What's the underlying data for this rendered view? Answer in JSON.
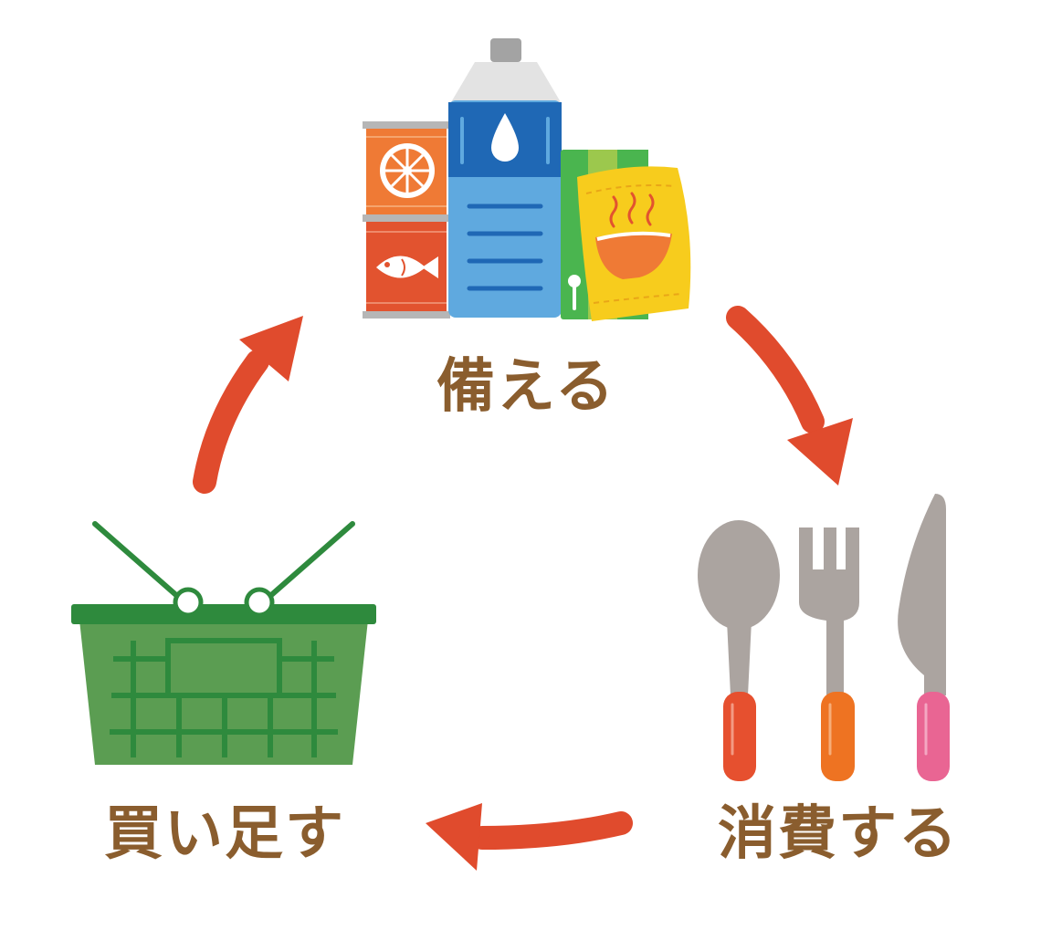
{
  "cycle": {
    "steps": [
      {
        "label": "備える",
        "illustration": "emergency-food-stock-icon"
      },
      {
        "label": "消費する",
        "illustration": "cutlery-icon"
      },
      {
        "label": "買い足す",
        "illustration": "shopping-basket-icon"
      }
    ],
    "arrow_color": "#e04b2d",
    "text_color": "#8a5d2e"
  },
  "colors": {
    "can_orange": "#ef7a35",
    "can_red": "#e2532f",
    "bottle_blue": "#5fa9df",
    "bottle_dark_blue": "#1f68b5",
    "pouch_yellow": "#f7cc1d",
    "pouch_green": "#4ab54f",
    "basket_green": "#5b9d52",
    "basket_dark_green": "#2e8a3d",
    "cutlery_gray": "#aba4a0",
    "spoon_handle": "#e6502f",
    "fork_handle": "#ee7322",
    "knife_handle": "#e96593"
  }
}
